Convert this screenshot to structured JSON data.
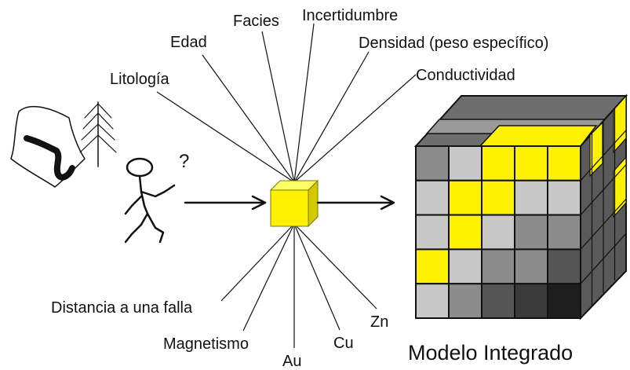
{
  "top_labels": [
    {
      "key": "litologia",
      "text": "Litología"
    },
    {
      "key": "edad",
      "text": "Edad"
    },
    {
      "key": "facies",
      "text": "Facies"
    },
    {
      "key": "incertidumbre",
      "text": "Incertidumbre"
    },
    {
      "key": "densidad",
      "text": "Densidad (peso específico)"
    },
    {
      "key": "conductividad",
      "text": "Conductividad"
    }
  ],
  "bottom_labels": [
    {
      "key": "distancia",
      "text": "Distancia a una falla"
    },
    {
      "key": "magnetismo",
      "text": "Magnetismo"
    },
    {
      "key": "au",
      "text": "Au"
    },
    {
      "key": "cu",
      "text": "Cu"
    },
    {
      "key": "zn",
      "text": "Zn"
    }
  ],
  "question_mark": "?",
  "model_label": "Modelo Integrado",
  "colors": {
    "yellow": "#fff200",
    "light_gray": "#c8c8c8",
    "mid_gray": "#8c8c8c",
    "dark_gray": "#555555",
    "darker_gray": "#3a3a3a",
    "black": "#1e1e1e"
  },
  "cube_front_grid": [
    [
      "mid_gray",
      "light_gray",
      "yellow",
      "yellow",
      "yellow"
    ],
    [
      "light_gray",
      "yellow",
      "yellow",
      "light_gray",
      "light_gray"
    ],
    [
      "light_gray",
      "yellow",
      "light_gray",
      "mid_gray",
      "mid_gray"
    ],
    [
      "yellow",
      "light_gray",
      "mid_gray",
      "mid_gray",
      "dark_gray"
    ],
    [
      "light_gray",
      "mid_gray",
      "dark_gray",
      "darker_gray",
      "black"
    ]
  ]
}
